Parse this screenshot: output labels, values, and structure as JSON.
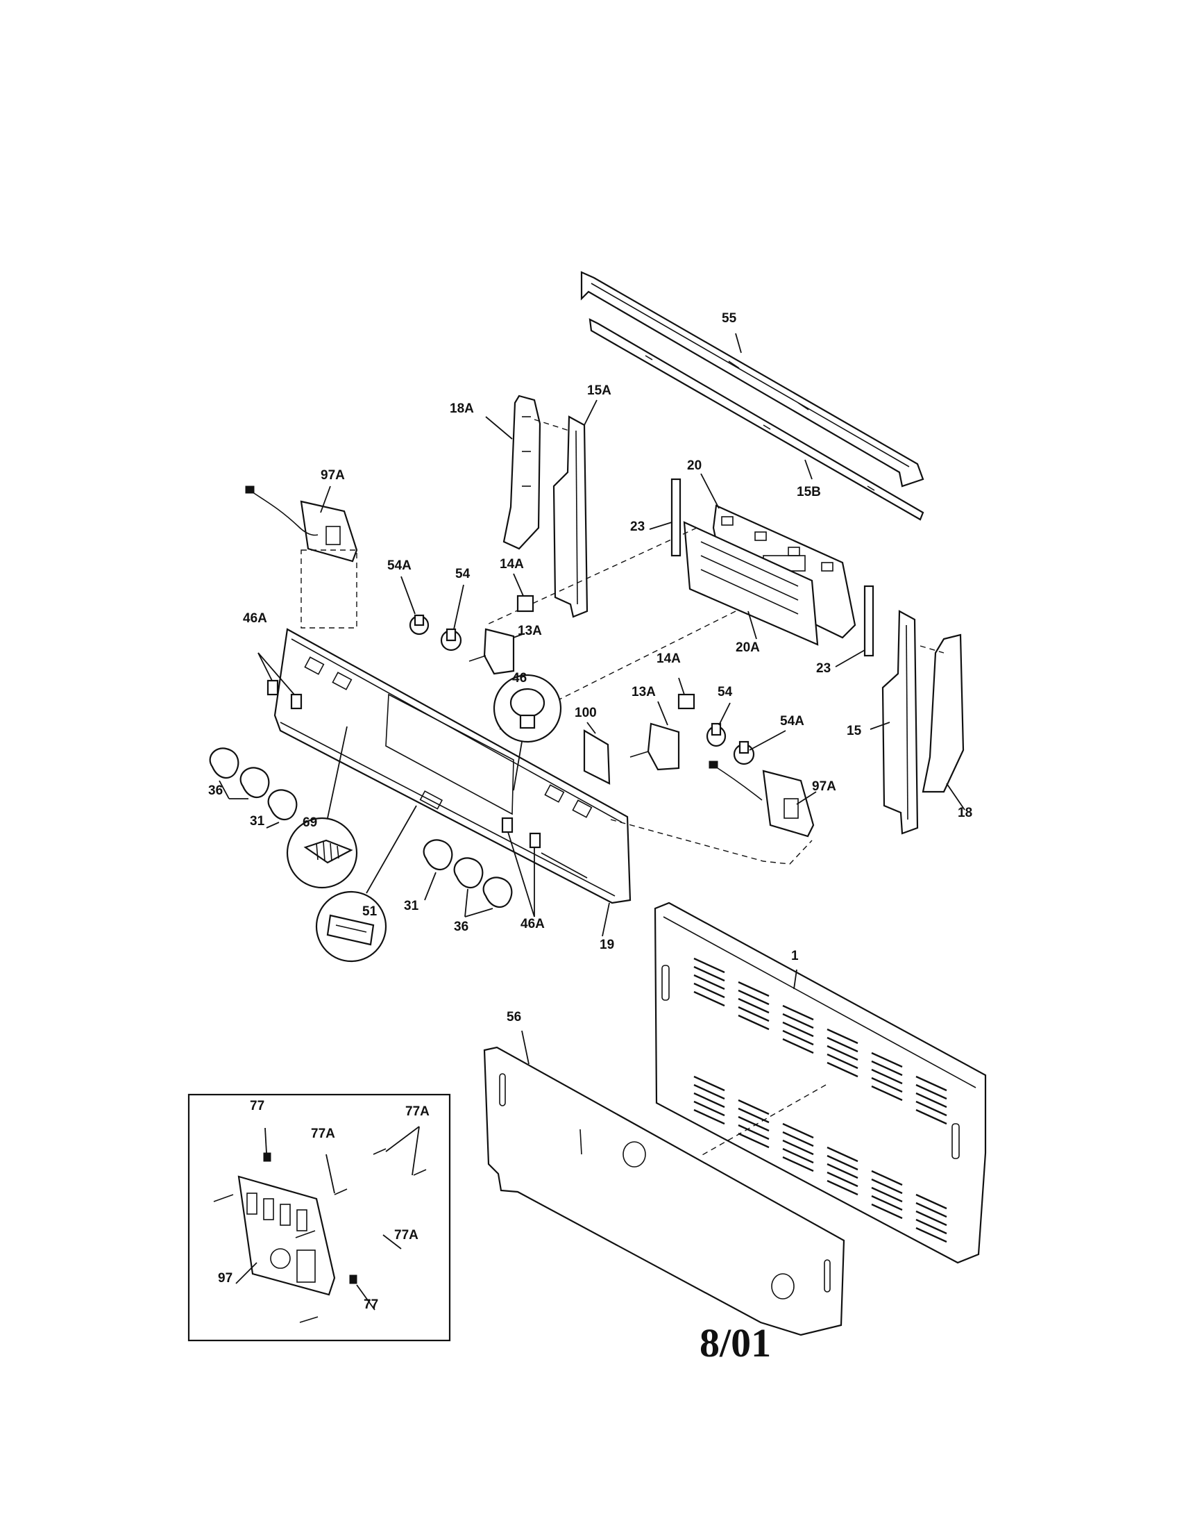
{
  "diagram": {
    "callouts": {
      "c55": "55",
      "c15B": "15B",
      "c18A": "18A",
      "c15A": "15A",
      "c20": "20",
      "c23_top": "23",
      "c20A": "20A",
      "c23_right": "23",
      "c97A_left": "97A",
      "c54A_left": "54A",
      "c54_left": "54",
      "c14A_left": "14A",
      "c13A_left": "13A",
      "c46A_left": "46A",
      "c46": "46",
      "c100": "100",
      "c13A_mid": "13A",
      "c14A_mid": "14A",
      "c54_mid": "54",
      "c54A_mid": "54A",
      "c97A_right": "97A",
      "c15": "15",
      "c18": "18",
      "c36_left": "36",
      "c31_left": "31",
      "c69": "69",
      "c51": "51",
      "c31_mid": "31",
      "c36_mid": "36",
      "c46A_mid": "46A",
      "c19": "19",
      "c1": "1",
      "c56": "56",
      "c77_top": "77",
      "c77A_top": "77A",
      "c77A_mid": "77A",
      "c77A_low": "77A",
      "c97": "97",
      "c77_bottom": "77"
    },
    "date_code": "8/01"
  }
}
